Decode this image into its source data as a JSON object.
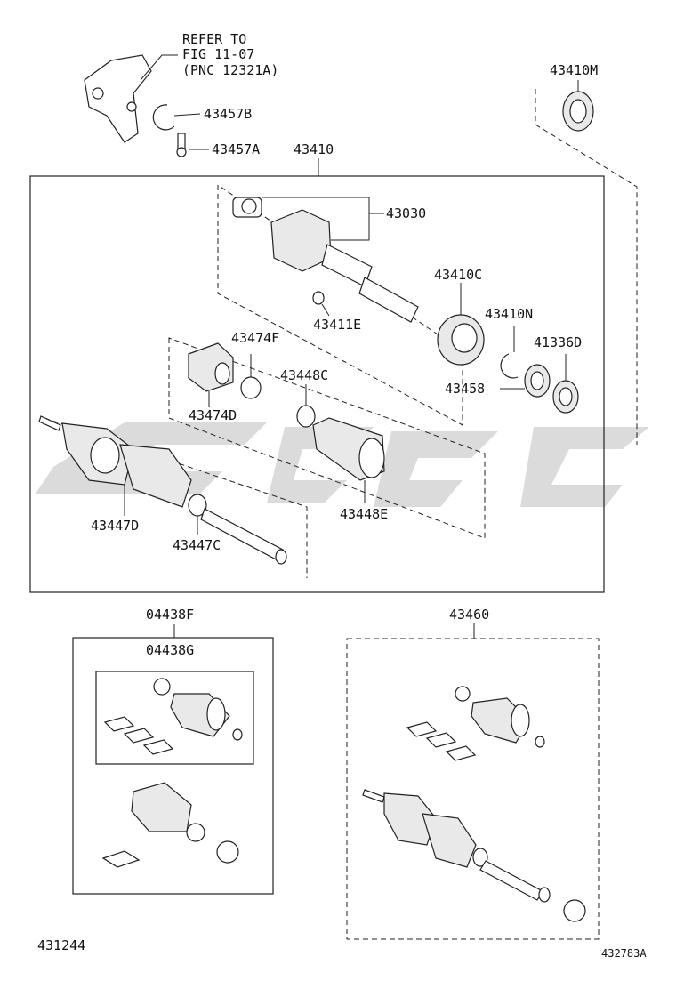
{
  "refer_note": [
    "REFER TO",
    "FIG 11-07",
    "(PNC 12321A)"
  ],
  "labels": {
    "p43457B": "43457B",
    "p43457A": "43457A",
    "p43410": "43410",
    "p43410M": "43410M",
    "p43030": "43030",
    "p43410C": "43410C",
    "p43411E": "43411E",
    "p43474F": "43474F",
    "p43410N": "43410N",
    "p41336D": "41336D",
    "p43448C": "43448C",
    "p43458": "43458",
    "p43474D": "43474D",
    "p43447D": "43447D",
    "p43448E": "43448E",
    "p43447C": "43447C",
    "p04438F": "04438F",
    "p04438G": "04438G",
    "p43460": "43460"
  },
  "footer": {
    "left_code": "431244",
    "right_code": "432783A"
  }
}
